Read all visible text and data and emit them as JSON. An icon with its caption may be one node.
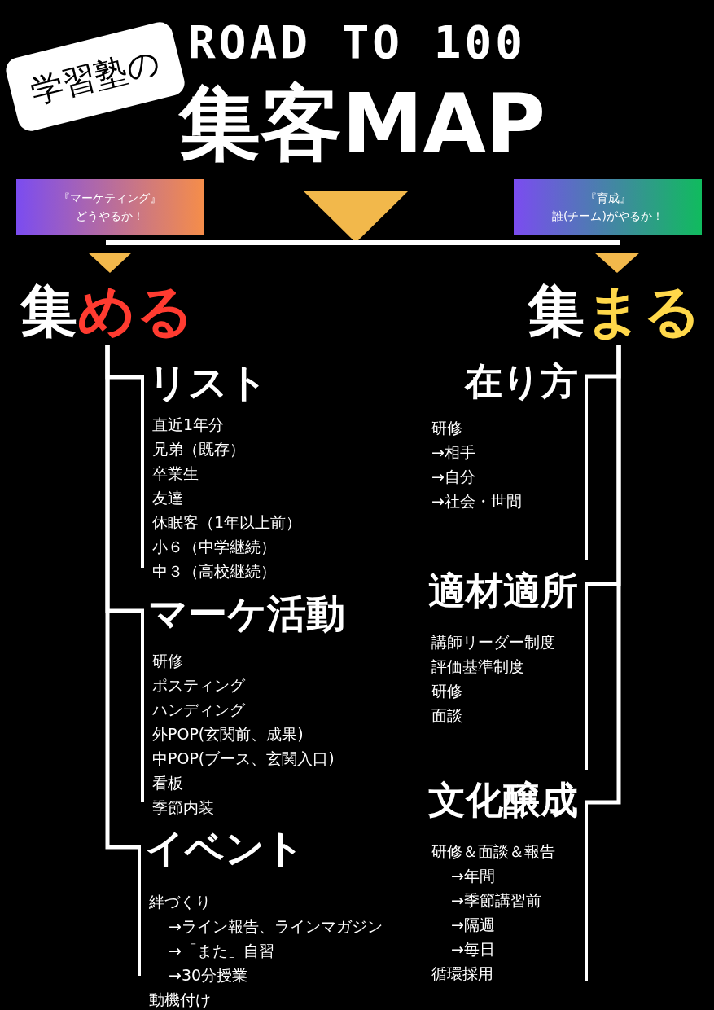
{
  "diagram": {
    "title": "集客MAP",
    "nodes": [
      {
        "text": [
          "学習塾の"
        ]
      },
      {
        "text": [
          "『マーケティング』",
          "どうやるか！"
        ]
      },
      {
        "text": [
          "『育成』",
          "誰(チーム)がやるか！"
        ]
      },
      {
        "text": [
          "集める"
        ]
      },
      {
        "text": [
          "集まる"
        ]
      },
      {
        "text": [
          "リスト",
          "直近1年分",
          "兄弟（既存）",
          "卒業生",
          "友達",
          "休眠客（1年以上前）",
          "小６（中学継続）",
          "中３（高校継続）"
        ]
      },
      {
        "text": [
          "マーケ活動",
          "研修",
          "ポスティング",
          "ハンディング",
          "外POP(玄関前、成果)",
          "中POP(ブース、玄関入口)",
          "看板",
          "季節内装"
        ]
      },
      {
        "text": [
          "イベント",
          "絆づくり",
          "→ライン報告、ラインマガジン",
          "→「また」自習",
          "→30分授業",
          "動機付け"
        ]
      },
      {
        "text": [
          "在り方",
          "研修",
          "→相手",
          "→自分",
          "→社会・世間"
        ]
      },
      {
        "text": [
          "適材適所",
          "講師リーダー制度",
          "評価基準制度",
          "研修",
          "面談"
        ]
      },
      {
        "text": [
          "文化醸成",
          "研修＆面談＆報告",
          "→年間",
          "→季節講習前",
          "→隔週",
          "→毎日",
          "循環採用"
        ]
      }
    ],
    "edges": [
      {
        "from": 3,
        "to": 5,
        "arrow": "none"
      },
      {
        "from": 3,
        "to": 6,
        "arrow": "none"
      },
      {
        "from": 3,
        "to": 7,
        "arrow": "none"
      },
      {
        "from": 4,
        "to": 8,
        "arrow": "none"
      },
      {
        "from": 4,
        "to": 9,
        "arrow": "none"
      },
      {
        "from": 4,
        "to": 10,
        "arrow": "none"
      }
    ],
    "labels": [
      "ROAD TO 100"
    ]
  }
}
